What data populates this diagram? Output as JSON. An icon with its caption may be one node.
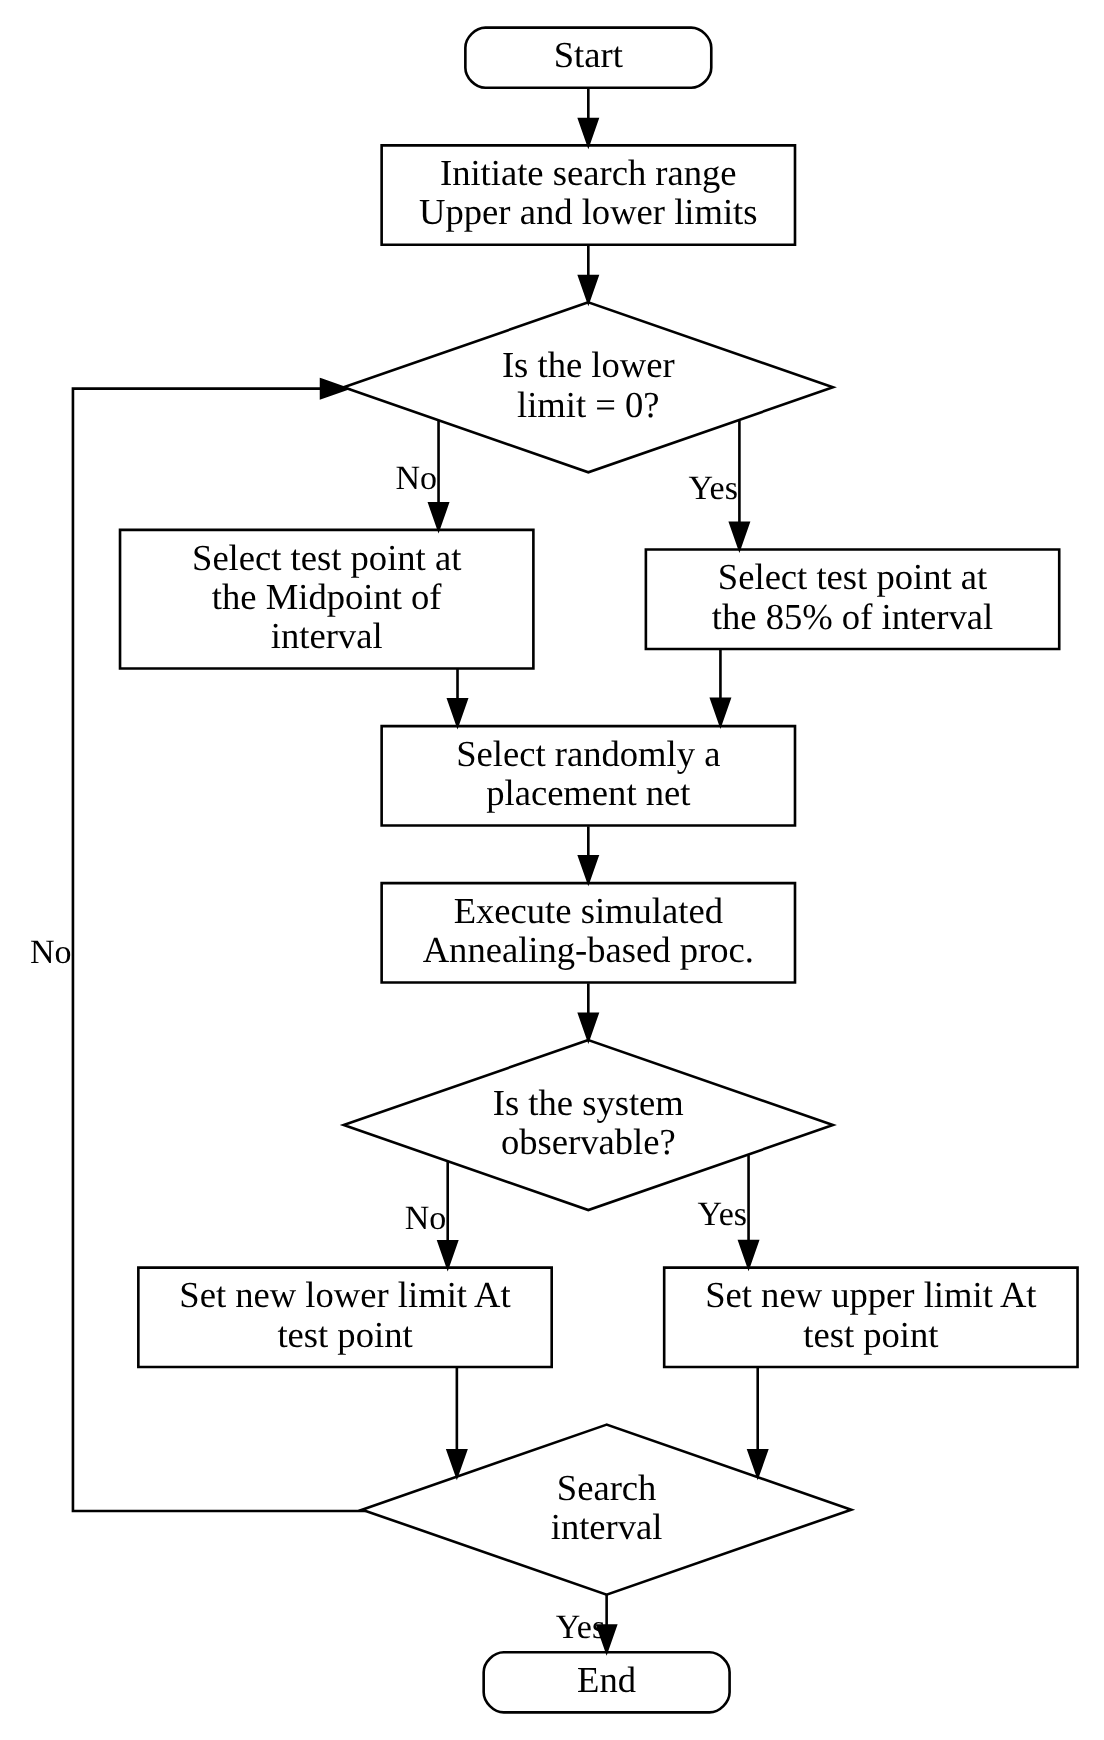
{
  "diagram": {
    "nodes": [
      {
        "text": [
          "Start"
        ]
      },
      {
        "text": [
          "Initiate search range Upper and lower limits"
        ]
      },
      {
        "text": [
          "Is the lower limit = 0?"
        ]
      },
      {
        "text": [
          "Select test point at the Midpoint of interval"
        ]
      },
      {
        "text": [
          "Select test point at the 85% of interval"
        ]
      },
      {
        "text": [
          "Select randomly a placement net"
        ]
      },
      {
        "text": [
          "Execute simulated Annealing-based proc."
        ]
      },
      {
        "text": [
          "Is the system observable?"
        ]
      },
      {
        "text": [
          "Set new lower limit At test point"
        ]
      },
      {
        "text": [
          "Set new upper limit At test point"
        ]
      },
      {
        "text": [
          "Search interval"
        ]
      },
      {
        "text": [
          "End"
        ]
      }
    ],
    "edges": [
      {
        "from": 0,
        "to": 1,
        "arrow": "to"
      },
      {
        "from": 1,
        "to": 2,
        "arrow": "to"
      },
      {
        "from": 2,
        "to": 3,
        "arrow": "to",
        "label": "No"
      },
      {
        "from": 2,
        "to": 4,
        "arrow": "to",
        "label": "Yes"
      },
      {
        "from": 3,
        "to": 5,
        "arrow": "to"
      },
      {
        "from": 4,
        "to": 5,
        "arrow": "to"
      },
      {
        "from": 5,
        "to": 6,
        "arrow": "to"
      },
      {
        "from": 6,
        "to": 7,
        "arrow": "to"
      },
      {
        "from": 7,
        "to": 8,
        "arrow": "to",
        "label": "No"
      },
      {
        "from": 7,
        "to": 9,
        "arrow": "to",
        "label": "Yes"
      },
      {
        "from": 8,
        "to": 10,
        "arrow": "to"
      },
      {
        "from": 9,
        "to": 10,
        "arrow": "to"
      },
      {
        "from": 10,
        "to": 2,
        "arrow": "to",
        "label": "No"
      },
      {
        "from": 10,
        "to": 11,
        "arrow": "to",
        "label": "Yes"
      }
    ]
  }
}
